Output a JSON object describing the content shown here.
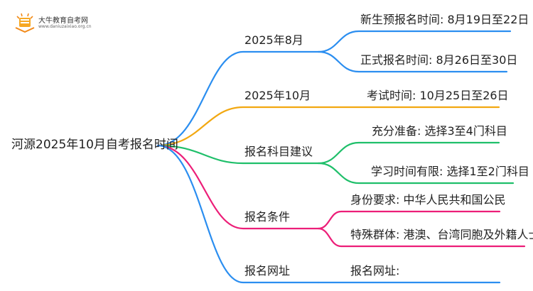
{
  "logo": {
    "name": "大牛教育自考网",
    "url": "www.daniuzaixiao.org.cn"
  },
  "root": "河源2025年10月自考报名时间",
  "branches": [
    {
      "label": "2025年8月",
      "color": "#2b8ef0",
      "children": [
        "新生预报名时间: 8月19日至22日",
        "正式报名时间: 8月26日至30日"
      ]
    },
    {
      "label": "2025年10月",
      "color": "#f2a811",
      "children": [
        "考试时间: 10月25日至26日"
      ]
    },
    {
      "label": "报名科目建议",
      "color": "#1fbf6a",
      "children": [
        "充分准备: 选择3至4门科目",
        "学习时间有限: 选择1至2门科目"
      ]
    },
    {
      "label": "报名条件",
      "color": "#ec1e78",
      "children": [
        "身份要求: 中华人民共和国公民",
        "特殊群体: 港澳、台湾同胞及外籍人士"
      ]
    },
    {
      "label": "报名网址",
      "color": "#2b8ef0",
      "children": [
        "报名网址: "
      ]
    }
  ]
}
